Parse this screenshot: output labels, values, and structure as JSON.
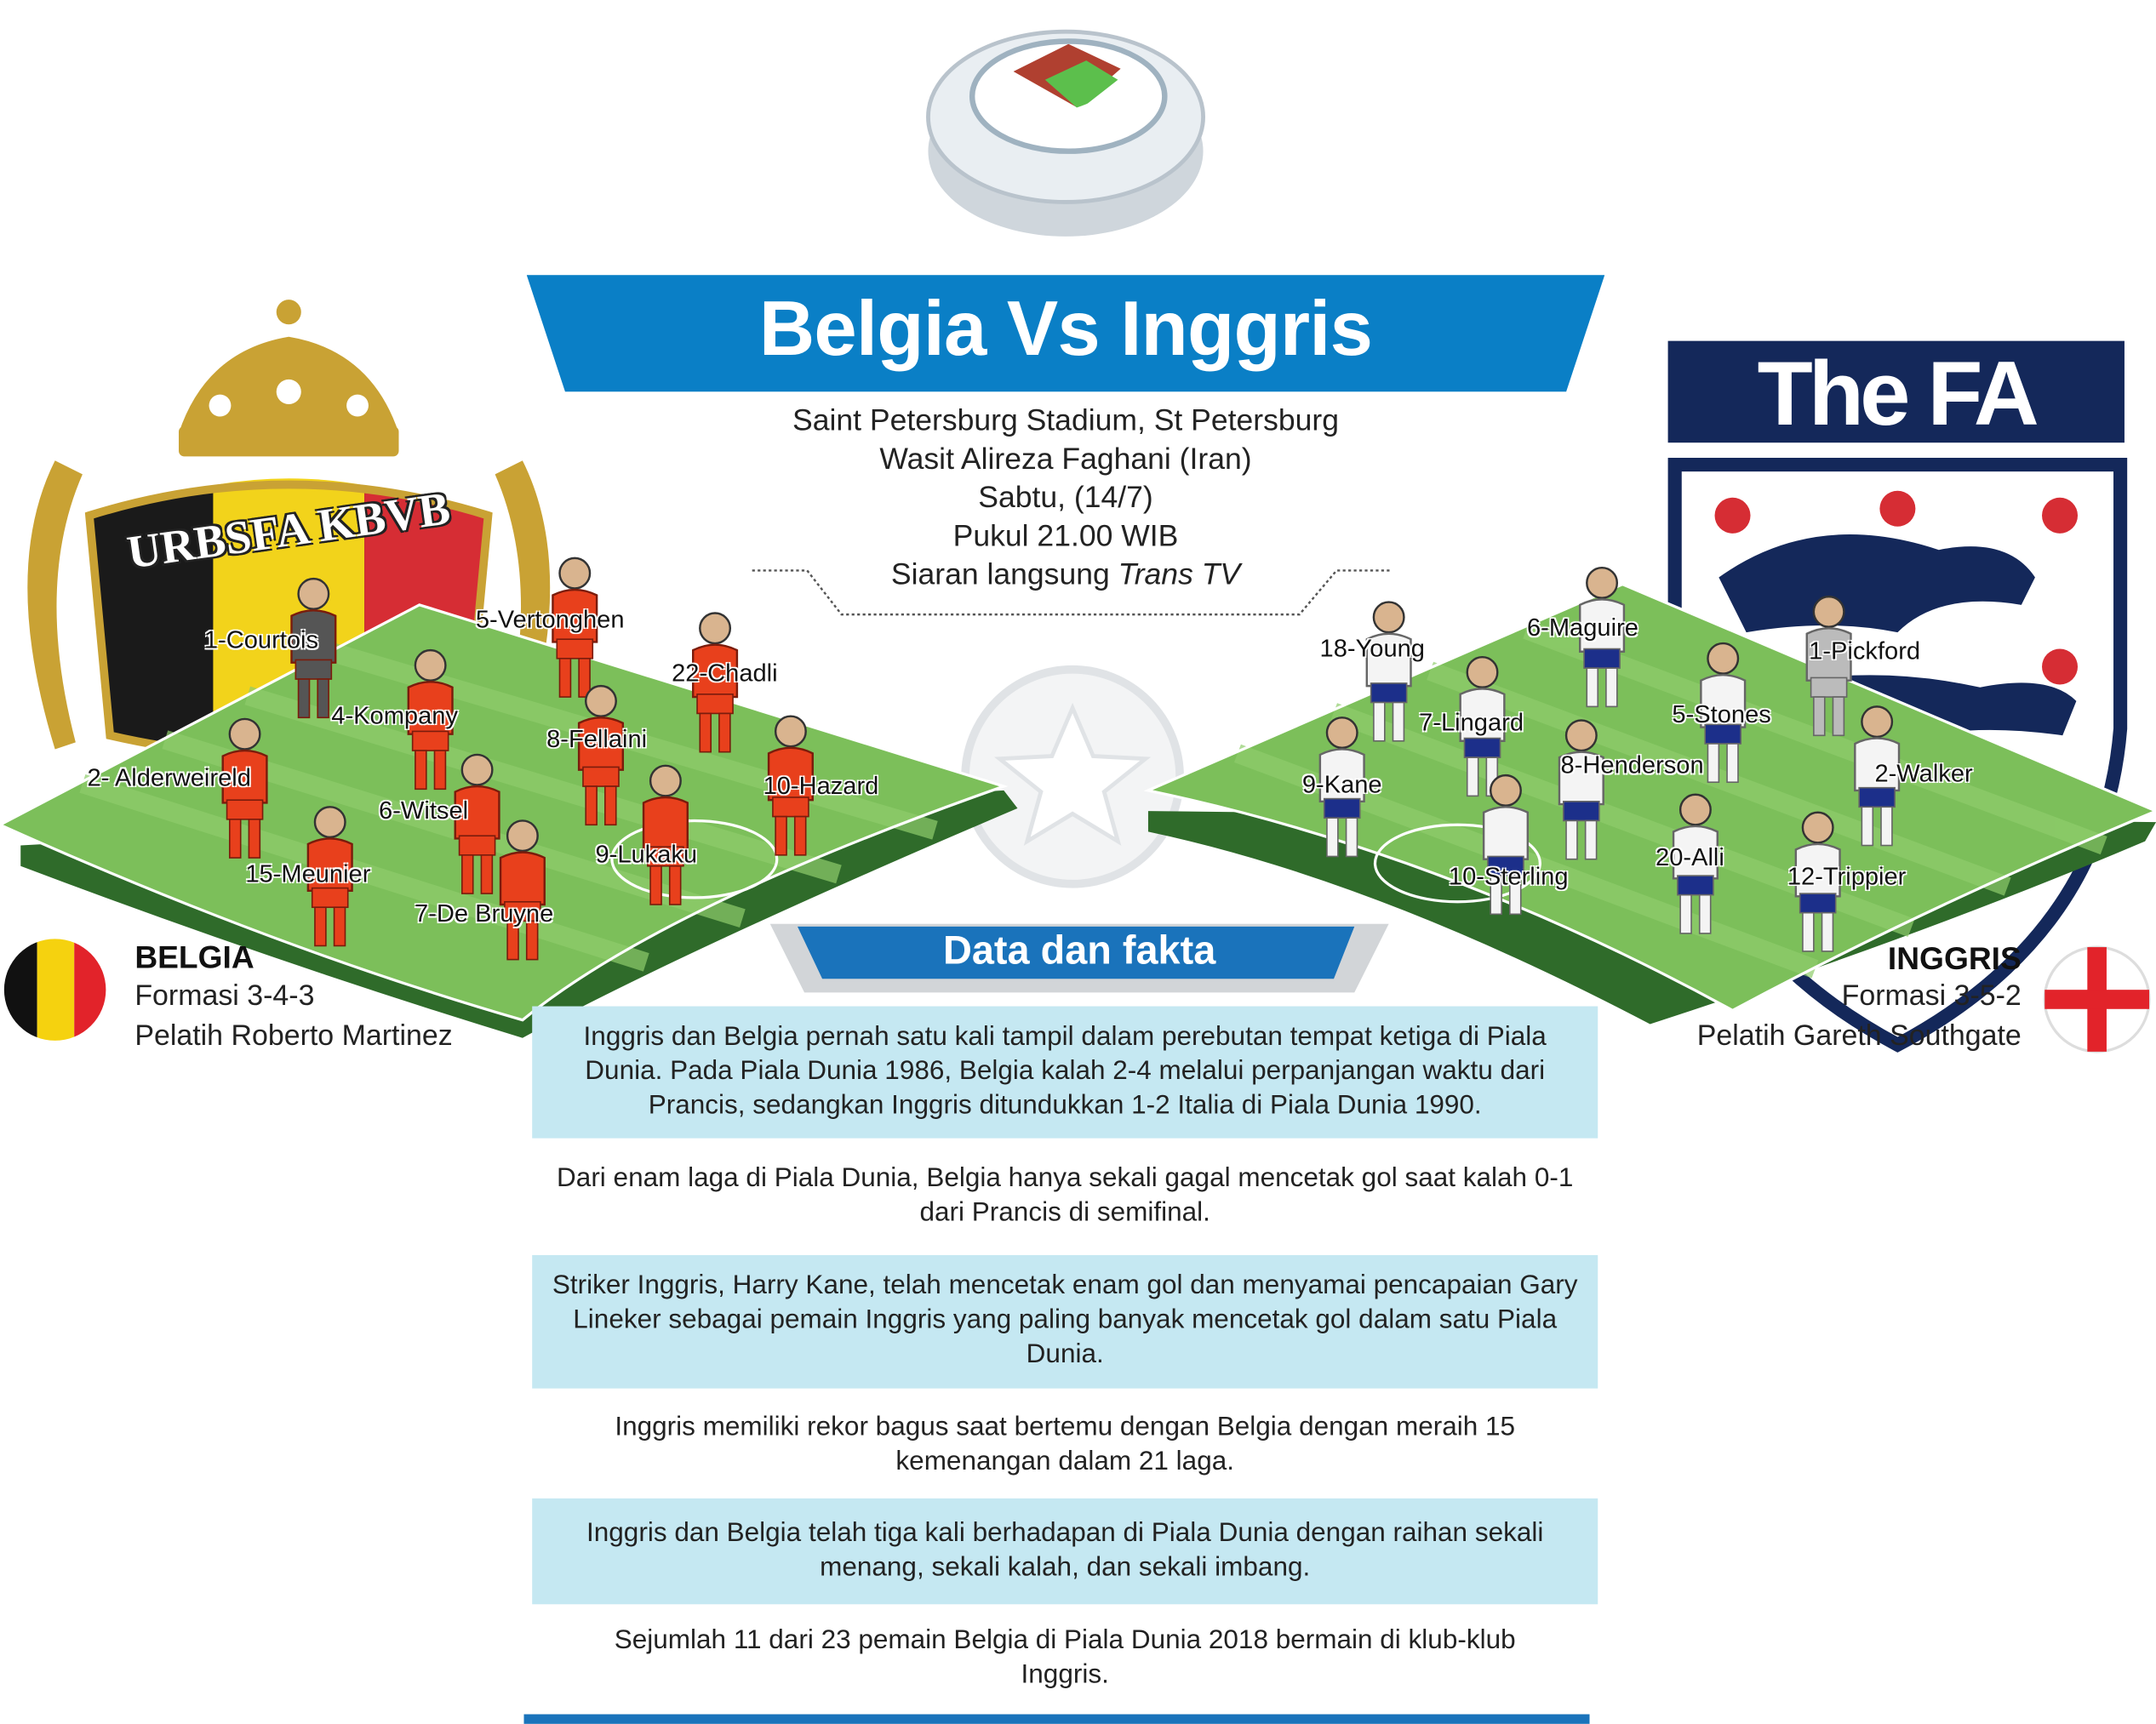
{
  "header": {
    "title": "Belgia Vs Inggris",
    "venue": "Saint Petersburg Stadium, St Petersburg",
    "referee": "Wasit Alireza Faghani (Iran)",
    "date": "Sabtu, (14/7)",
    "time": "Pukul 21.00 WIB",
    "broadcast_prefix": "Siaran langsung ",
    "broadcast_channel": "Trans TV"
  },
  "belgium": {
    "crest_text": "URBSFA KBVB",
    "name": "BELGIA",
    "formation": "Formasi 3-4-3",
    "coach": "Pelatih Roberto Martinez",
    "players": [
      "1-Courtois",
      "5-Vertonghen",
      "22-Chadli",
      "4-Kompany",
      "8-Fellaini",
      "2- Alderweireld",
      "6-Witsel",
      "10-Hazard",
      "9-Lukaku",
      "15-Meunier",
      "7-De Bruyne"
    ],
    "kit_color": "#e8401c"
  },
  "england": {
    "logo_text": "The FA",
    "name": "INGGRIS",
    "formation": "Formasi 3-5-2",
    "coach": "Pelatih Gareth Southgate",
    "players": [
      "18-Young",
      "6-Maguire",
      "1-Pickford",
      "7-Lingard",
      "5-Stones",
      "9-Kane",
      "8-Henderson",
      "2-Walker",
      "10-Sterling",
      "20-Alli",
      "12-Trippier"
    ],
    "kit_color": "#f4f4f4"
  },
  "facts": {
    "title": "Data dan fakta",
    "items": [
      "Inggris dan Belgia pernah satu kali tampil dalam perebutan tempat ketiga di Piala Dunia. Pada Piala Dunia 1986, Belgia kalah 2-4 melalui perpanjangan waktu dari Prancis, sedangkan Inggris ditundukkan 1-2 Italia di Piala Dunia 1990.",
      "Dari enam laga di Piala Dunia, Belgia hanya sekali gagal mencetak gol saat kalah 0-1 dari Prancis di semifinal.",
      "Striker Inggris, Harry Kane, telah mencetak enam gol dan menyamai pencapaian Gary Lineker sebagai pemain Inggris yang paling banyak mencetak gol dalam satu Piala Dunia.",
      "Inggris memiliki rekor bagus saat bertemu dengan Belgia dengan meraih 15 kemenangan dalam 21 laga.",
      "Inggris dan Belgia telah tiga kali berhadapan di Piala Dunia dengan raihan sekali menang, sekali kalah, dan sekali imbang.",
      "Sejumlah 11 dari 23 pemain Belgia di Piala Dunia 2018 bermain di klub-klub Inggris."
    ]
  },
  "colors": {
    "banner_blue": "#0a7fc6",
    "fact_bg": "#c5e8f2",
    "pitch": "#7cbf5a",
    "navy": "#14285a"
  }
}
